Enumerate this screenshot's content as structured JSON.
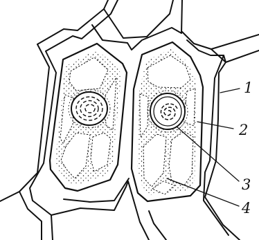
{
  "diagram": {
    "labels": [
      {
        "number": "1"
      },
      {
        "number": "2"
      },
      {
        "number": "3"
      },
      {
        "number": "4"
      }
    ]
  },
  "colors": {
    "ink": "#111111",
    "paper": "#ffffff"
  }
}
